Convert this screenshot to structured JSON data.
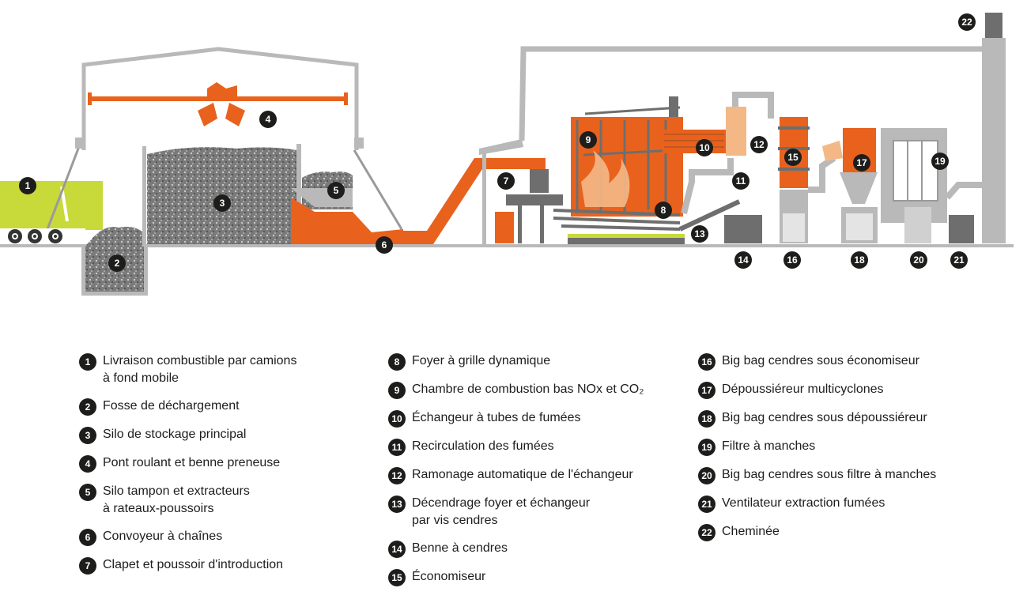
{
  "colors": {
    "orange": "#e8621d",
    "grey": "#b9b9b9",
    "dark_grey": "#6e6e6e",
    "lime": "#c8d93a",
    "peach": "#f4b887",
    "badge": "#1d1d1b"
  },
  "badges": [
    "1",
    "2",
    "3",
    "4",
    "5",
    "6",
    "7",
    "8",
    "9",
    "10",
    "11",
    "12",
    "13",
    "14",
    "15",
    "16",
    "17",
    "18",
    "19",
    "20",
    "21",
    "22"
  ],
  "legend": [
    [
      {
        "num": "1",
        "line1": "Livraison combustible par camions",
        "line2": "à fond mobile"
      },
      {
        "num": "2",
        "line1": "Fosse de déchargement",
        "line2": ""
      },
      {
        "num": "3",
        "line1": "Silo de stockage principal",
        "line2": ""
      },
      {
        "num": "4",
        "line1": "Pont roulant et benne preneuse",
        "line2": ""
      },
      {
        "num": "5",
        "line1": "Silo tampon et extracteurs",
        "line2": "à rateaux-poussoirs"
      },
      {
        "num": "6",
        "line1": "Convoyeur à chaînes",
        "line2": ""
      },
      {
        "num": "7",
        "line1": "Clapet et poussoir d'introduction",
        "line2": ""
      }
    ],
    [
      {
        "num": "8",
        "line1": "Foyer à grille dynamique",
        "line2": ""
      },
      {
        "num": "9",
        "line1": "Chambre de combustion bas NOx et CO₂",
        "line2": ""
      },
      {
        "num": "10",
        "line1": "Échangeur à tubes de fumées",
        "line2": ""
      },
      {
        "num": "11",
        "line1": "Recirculation des fumées",
        "line2": ""
      },
      {
        "num": "12",
        "line1": "Ramonage automatique de l'échangeur",
        "line2": ""
      },
      {
        "num": "13",
        "line1": "Décendrage foyer et échangeur",
        "line2": "par vis cendres"
      },
      {
        "num": "14",
        "line1": "Benne à cendres",
        "line2": ""
      },
      {
        "num": "15",
        "line1": "Économiseur",
        "line2": ""
      }
    ],
    [
      {
        "num": "16",
        "line1": "Big bag cendres sous économiseur",
        "line2": ""
      },
      {
        "num": "17",
        "line1": "Dépoussiéreur multicyclones",
        "line2": ""
      },
      {
        "num": "18",
        "line1": "Big bag cendres sous dépoussiéreur",
        "line2": ""
      },
      {
        "num": "19",
        "line1": "Filtre à manches",
        "line2": ""
      },
      {
        "num": "20",
        "line1": "Big bag cendres sous filtre à manches",
        "line2": ""
      },
      {
        "num": "21",
        "line1": "Ventilateur extraction fumées",
        "line2": ""
      },
      {
        "num": "22",
        "line1": "Cheminée",
        "line2": ""
      }
    ]
  ]
}
